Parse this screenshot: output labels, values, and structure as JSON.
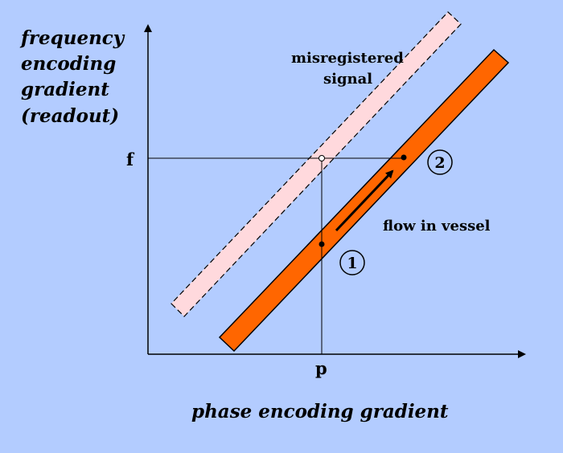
{
  "colors": {
    "background": "#b3ccff",
    "vessel_fill": "#ff6600",
    "misregistered_fill": "#ffd9dd",
    "stroke": "#000000"
  },
  "labels": {
    "y_axis_line1": "frequency",
    "y_axis_line2": "encoding",
    "y_axis_line3": "gradient",
    "y_axis_line4": "(readout)",
    "x_axis": "phase encoding gradient",
    "misregistered_line1": "misregistered",
    "misregistered_line2": "signal",
    "flow": "flow in vessel",
    "f_tick": "f",
    "p_tick": "p",
    "point1": "1",
    "point2": "2"
  }
}
